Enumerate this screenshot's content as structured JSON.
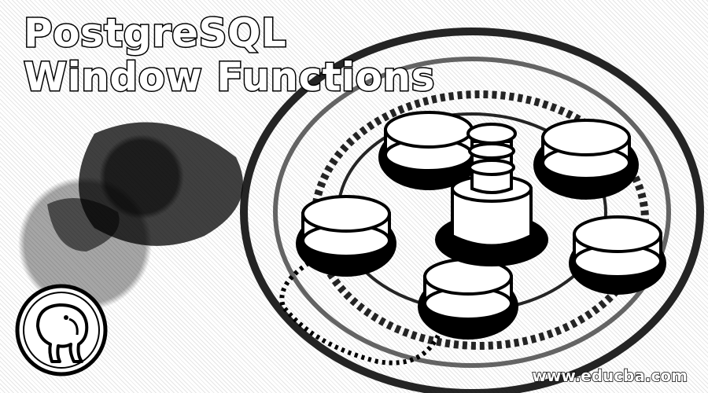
{
  "banner": {
    "title_line1": "PostgreSQL",
    "title_line2": "Window Functions",
    "website": "www.educba.com",
    "logo_icon": "postgresql-elephant-icon",
    "artwork_icon": "database-cluster-icon"
  },
  "colors": {
    "ink": "#000000",
    "paper": "#ffffff"
  }
}
